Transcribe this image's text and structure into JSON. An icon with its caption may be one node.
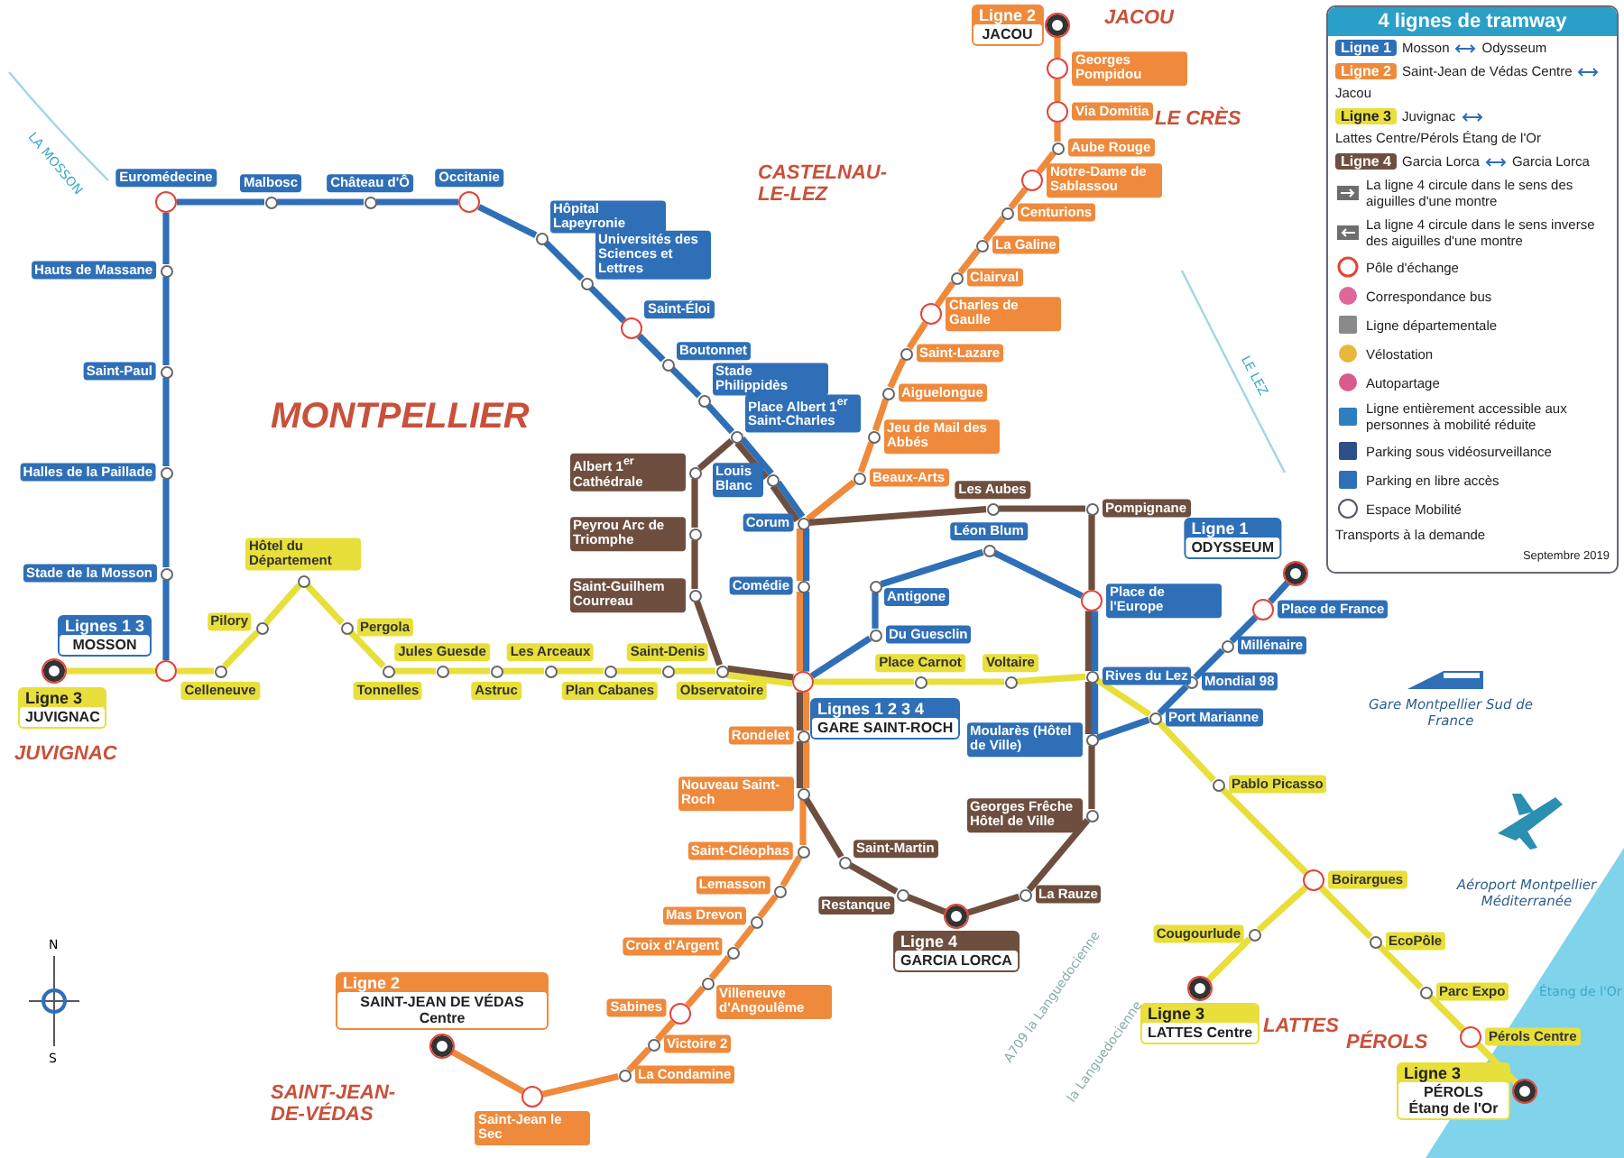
{
  "diagram": {
    "nodes": [
      {
        "text": [],
        "shape": "circle",
        "beside": [
          "Ligne 3",
          "JUVIGNAC"
        ]
      },
      {
        "text": [],
        "shape": "circle",
        "beside": [
          "Lignes 1 3",
          "MOSSON"
        ]
      },
      {
        "text": [],
        "shape": "circle",
        "beside": [
          "Stade de la Mosson"
        ]
      },
      {
        "text": [],
        "shape": "circle",
        "beside": [
          "Halles de la Paillade"
        ]
      },
      {
        "text": [],
        "shape": "circle",
        "beside": [
          "Saint-Paul"
        ]
      },
      {
        "text": [],
        "shape": "circle",
        "beside": [
          "Hauts de Massane"
        ]
      },
      {
        "text": [],
        "shape": "circle",
        "beside": [
          "Euromédecine"
        ]
      },
      {
        "text": [],
        "shape": "circle",
        "beside": [
          "Malbosc"
        ]
      },
      {
        "text": [],
        "shape": "circle",
        "beside": [
          "Château d'Ô"
        ]
      },
      {
        "text": [],
        "shape": "circle",
        "beside": [
          "Occitanie"
        ]
      },
      {
        "text": [],
        "shape": "circle",
        "beside": [
          "Hôpital Lapeyronie"
        ]
      },
      {
        "text": [],
        "shape": "circle",
        "beside": [
          "Universités des Sciences et Lettres"
        ]
      },
      {
        "text": [],
        "shape": "circle",
        "beside": [
          "Saint-Éloi"
        ]
      },
      {
        "text": [],
        "shape": "circle",
        "beside": [
          "Boutonnet"
        ]
      },
      {
        "text": [],
        "shape": "circle",
        "beside": [
          "Stade Philippidès"
        ]
      },
      {
        "text": [],
        "shape": "circle",
        "beside": [
          "Place Albert 1$^{er}$ Saint-Charles"
        ]
      },
      {
        "text": [],
        "shape": "circle",
        "beside": [
          "Louis Blanc"
        ]
      },
      {
        "text": [],
        "shape": "circle",
        "beside": [
          "Corum"
        ]
      },
      {
        "text": [],
        "shape": "circle",
        "beside": [
          "Comédie"
        ]
      },
      {
        "text": [],
        "shape": "circle",
        "beside": [
          "Lignes 1 2 3 4",
          "GARE SAINT-ROCH"
        ]
      },
      {
        "text": [],
        "shape": "circle",
        "beside": [
          "Du Guesclin"
        ]
      },
      {
        "text": [],
        "shape": "circle",
        "beside": [
          "Antigone"
        ]
      },
      {
        "text": [],
        "shape": "circle",
        "beside": [
          "Léon Blum"
        ]
      },
      {
        "text": [],
        "shape": "circle",
        "beside": [
          "Place de l'Europe"
        ]
      },
      {
        "text": [],
        "shape": "circle",
        "beside": [
          "Rives du Lez"
        ]
      },
      {
        "text": [],
        "shape": "circle",
        "beside": [
          "Moularès (Hôtel de Ville)"
        ]
      },
      {
        "text": [],
        "shape": "circle",
        "beside": [
          "Port Marianne"
        ]
      },
      {
        "text": [],
        "shape": "circle",
        "beside": [
          "Mondial 98"
        ]
      },
      {
        "text": [],
        "shape": "circle",
        "beside": [
          "Millénaire"
        ]
      },
      {
        "text": [],
        "shape": "circle",
        "beside": [
          "Place de France"
        ]
      },
      {
        "text": [],
        "shape": "circle",
        "beside": [
          "Ligne 1",
          "ODYSSEUM"
        ]
      },
      {
        "text": [],
        "shape": "circle",
        "beside": [
          "Ligne 2",
          "JACOU"
        ]
      },
      {
        "text": [],
        "shape": "circle",
        "beside": [
          "Georges Pompidou"
        ]
      },
      {
        "text": [],
        "shape": "circle",
        "beside": [
          "Via Domitia"
        ]
      },
      {
        "text": [],
        "shape": "circle",
        "beside": [
          "Aube Rouge"
        ]
      },
      {
        "text": [],
        "shape": "circle",
        "beside": [
          "Notre-Dame de Sablassou"
        ]
      },
      {
        "text": [],
        "shape": "circle",
        "beside": [
          "Centurions"
        ]
      },
      {
        "text": [],
        "shape": "circle",
        "beside": [
          "La Galine"
        ]
      },
      {
        "text": [],
        "shape": "circle",
        "beside": [
          "Clairval"
        ]
      },
      {
        "text": [],
        "shape": "circle",
        "beside": [
          "Charles de Gaulle"
        ]
      },
      {
        "text": [],
        "shape": "circle",
        "beside": [
          "Saint-Lazare"
        ]
      },
      {
        "text": [],
        "shape": "circle",
        "beside": [
          "Aiguelongue"
        ]
      },
      {
        "text": [],
        "shape": "circle",
        "beside": [
          "Jeu de Mail des Abbés"
        ]
      },
      {
        "text": [],
        "shape": "circle",
        "beside": [
          "Beaux-Arts"
        ]
      },
      {
        "text": [],
        "shape": "circle",
        "beside": [
          "Rondelet"
        ]
      },
      {
        "text": [],
        "shape": "circle",
        "beside": [
          "Nouveau Saint-Roch"
        ]
      },
      {
        "text": [],
        "shape": "circle",
        "beside": [
          "Saint-Cléophas"
        ]
      },
      {
        "text": [],
        "shape": "circle",
        "beside": [
          "Lemasson"
        ]
      },
      {
        "text": [],
        "shape": "circle",
        "beside": [
          "Mas Drevon"
        ]
      },
      {
        "text": [],
        "shape": "circle",
        "beside": [
          "Croix d'Argent"
        ]
      },
      {
        "text": [],
        "shape": "circle",
        "beside": [
          "Villeneuve d'Angoulême"
        ]
      },
      {
        "text": [],
        "shape": "circle",
        "beside": [
          "Sabines"
        ]
      },
      {
        "text": [],
        "shape": "circle",
        "beside": [
          "Victoire 2"
        ]
      },
      {
        "text": [],
        "shape": "circle",
        "beside": [
          "La Condamine"
        ]
      },
      {
        "text": [],
        "shape": "circle",
        "beside": [
          "Saint-Jean le Sec"
        ]
      },
      {
        "text": [],
        "shape": "circle",
        "beside": [
          "Ligne 2",
          "SAINT-JEAN DE VÉDAS Centre"
        ]
      },
      {
        "text": [],
        "shape": "circle",
        "beside": [
          "Celleneuve"
        ]
      },
      {
        "text": [],
        "shape": "circle",
        "beside": [
          "Pilory"
        ]
      },
      {
        "text": [],
        "shape": "circle",
        "beside": [
          "Hôtel du Département"
        ]
      },
      {
        "text": [],
        "shape": "circle",
        "beside": [
          "Pergola"
        ]
      },
      {
        "text": [],
        "shape": "circle",
        "beside": [
          "Tonnelles"
        ]
      },
      {
        "text": [],
        "shape": "circle",
        "beside": [
          "Jules Guesde"
        ]
      },
      {
        "text": [],
        "shape": "circle",
        "beside": [
          "Astruc"
        ]
      },
      {
        "text": [],
        "shape": "circle",
        "beside": [
          "Les Arceaux"
        ]
      },
      {
        "text": [],
        "shape": "circle",
        "beside": [
          "Plan Cabanes"
        ]
      },
      {
        "text": [],
        "shape": "circle",
        "beside": [
          "Saint-Denis"
        ]
      },
      {
        "text": [],
        "shape": "circle",
        "beside": [
          "Observatoire"
        ]
      },
      {
        "text": [],
        "shape": "circle",
        "beside": [
          "Place Carnot"
        ]
      },
      {
        "text": [],
        "shape": "circle",
        "beside": [
          "Voltaire"
        ]
      },
      {
        "text": [],
        "shape": "circle",
        "beside": [
          "Pablo Picasso"
        ]
      },
      {
        "text": [],
        "shape": "circle",
        "beside": [
          "Boirargues"
        ]
      },
      {
        "text": [],
        "shape": "circle",
        "beside": [
          "Cougourlude"
        ]
      },
      {
        "text": [],
        "shape": "circle",
        "beside": [
          "Ligne 3",
          "LATTES Centre"
        ]
      },
      {
        "text": [],
        "shape": "circle",
        "beside": [
          "EcoPôle"
        ]
      },
      {
        "text": [],
        "shape": "circle",
        "beside": [
          "Parc Expo"
        ]
      },
      {
        "text": [],
        "shape": "circle",
        "beside": [
          "Pérols Centre"
        ]
      },
      {
        "text": [],
        "shape": "circle",
        "beside": [
          "Ligne 3",
          "PÉROLS Étang de l'Or"
        ]
      },
      {
        "text": [],
        "shape": "circle",
        "beside": [
          "Ligne 4",
          "GARCIA LORCA"
        ]
      },
      {
        "text": [],
        "shape": "circle",
        "beside": [
          "Restanque"
        ]
      },
      {
        "text": [],
        "shape": "circle",
        "beside": [
          "Saint-Martin"
        ]
      },
      {
        "text": [],
        "shape": "circle",
        "beside": [
          "La Rauze"
        ]
      },
      {
        "text": [],
        "shape": "circle",
        "beside": [
          "Georges Frêche Hôtel de Ville"
        ]
      },
      {
        "text": [],
        "shape": "circle",
        "beside": [
          "Pompignane"
        ]
      },
      {
        "text": [],
        "shape": "circle",
        "beside": [
          "Les Aubes"
        ]
      },
      {
        "text": [],
        "shape": "circle",
        "beside": [
          "Albert 1$^{er}$ Cathédrale"
        ]
      },
      {
        "text": [],
        "shape": "circle",
        "beside": [
          "Peyrou Arc de Triomphe"
        ]
      },
      {
        "text": [],
        "shape": "circle",
        "beside": [
          "Saint-Guilhem Courreau"
        ]
      }
    ],
    "edges": [
      {
        "from": 1,
        "to": 2,
        "arrow": "none",
        "color": "#2e6fb7"
      },
      {
        "from": 2,
        "to": 3,
        "arrow": "none",
        "color": "#2e6fb7"
      },
      {
        "from": 3,
        "to": 4,
        "arrow": "none",
        "color": "#2e6fb7"
      },
      {
        "from": 4,
        "to": 5,
        "arrow": "none",
        "color": "#2e6fb7"
      },
      {
        "from": 5,
        "to": 6,
        "arrow": "none",
        "color": "#2e6fb7"
      },
      {
        "from": 6,
        "to": 7,
        "arrow": "none",
        "color": "#2e6fb7"
      },
      {
        "from": 7,
        "to": 8,
        "arrow": "none",
        "color": "#2e6fb7"
      },
      {
        "from": 8,
        "to": 9,
        "arrow": "none",
        "color": "#2e6fb7"
      },
      {
        "from": 9,
        "to": 10,
        "arrow": "none",
        "color": "#2e6fb7"
      },
      {
        "from": 10,
        "to": 11,
        "arrow": "none",
        "color": "#2e6fb7"
      },
      {
        "from": 11,
        "to": 12,
        "arrow": "none",
        "color": "#2e6fb7"
      },
      {
        "from": 12,
        "to": 13,
        "arrow": "none",
        "color": "#2e6fb7"
      },
      {
        "from": 13,
        "to": 14,
        "arrow": "none",
        "color": "#2e6fb7"
      },
      {
        "from": 14,
        "to": 15,
        "arrow": "none",
        "color": "#2e6fb7"
      },
      {
        "from": 15,
        "to": 16,
        "arrow": "none",
        "color": "#2e6fb7"
      },
      {
        "from": 16,
        "to": 17,
        "arrow": "none",
        "color": "#2e6fb7"
      },
      {
        "from": 17,
        "to": 18,
        "arrow": "none",
        "color": "#2e6fb7"
      },
      {
        "from": 18,
        "to": 19,
        "arrow": "none",
        "color": "#2e6fb7"
      },
      {
        "from": 19,
        "to": 20,
        "arrow": "none",
        "color": "#2e6fb7"
      },
      {
        "from": 20,
        "to": 21,
        "arrow": "none",
        "color": "#2e6fb7"
      },
      {
        "from": 21,
        "to": 22,
        "arrow": "none",
        "color": "#2e6fb7"
      },
      {
        "from": 22,
        "to": 23,
        "arrow": "none",
        "color": "#2e6fb7"
      },
      {
        "from": 23,
        "to": 24,
        "arrow": "none",
        "color": "#2e6fb7"
      },
      {
        "from": 24,
        "to": 25,
        "arrow": "none",
        "color": "#2e6fb7"
      },
      {
        "from": 25,
        "to": 26,
        "arrow": "none",
        "color": "#2e6fb7"
      },
      {
        "from": 26,
        "to": 27,
        "arrow": "none",
        "color": "#2e6fb7"
      },
      {
        "from": 27,
        "to": 28,
        "arrow": "none",
        "color": "#2e6fb7"
      },
      {
        "from": 28,
        "to": 29,
        "arrow": "none",
        "color": "#2e6fb7"
      },
      {
        "from": 29,
        "to": 30,
        "arrow": "none",
        "color": "#2e6fb7"
      },
      {
        "from": 31,
        "to": 32,
        "arrow": "none",
        "color": "#ef8a3c"
      },
      {
        "from": 32,
        "to": 33,
        "arrow": "none",
        "color": "#ef8a3c"
      },
      {
        "from": 33,
        "to": 34,
        "arrow": "none",
        "color": "#ef8a3c"
      },
      {
        "from": 34,
        "to": 35,
        "arrow": "none",
        "color": "#ef8a3c"
      },
      {
        "from": 35,
        "to": 36,
        "arrow": "none",
        "color": "#ef8a3c"
      },
      {
        "from": 36,
        "to": 37,
        "arrow": "none",
        "color": "#ef8a3c"
      },
      {
        "from": 37,
        "to": 38,
        "arrow": "none",
        "color": "#ef8a3c"
      },
      {
        "from": 38,
        "to": 39,
        "arrow": "none",
        "color": "#ef8a3c"
      },
      {
        "from": 39,
        "to": 40,
        "arrow": "none",
        "color": "#ef8a3c"
      },
      {
        "from": 40,
        "to": 41,
        "arrow": "none",
        "color": "#ef8a3c"
      },
      {
        "from": 41,
        "to": 42,
        "arrow": "none",
        "color": "#ef8a3c"
      },
      {
        "from": 42,
        "to": 43,
        "arrow": "none",
        "color": "#ef8a3c"
      },
      {
        "from": 43,
        "to": 17,
        "arrow": "none",
        "color": "#ef8a3c"
      },
      {
        "from": 17,
        "to": 18,
        "arrow": "none",
        "color": "#ef8a3c"
      },
      {
        "from": 18,
        "to": 19,
        "arrow": "none",
        "color": "#ef8a3c"
      },
      {
        "from": 19,
        "to": 44,
        "arrow": "none",
        "color": "#ef8a3c"
      },
      {
        "from": 44,
        "to": 45,
        "arrow": "none",
        "color": "#ef8a3c"
      },
      {
        "from": 45,
        "to": 46,
        "arrow": "none",
        "color": "#ef8a3c"
      },
      {
        "from": 46,
        "to": 47,
        "arrow": "none",
        "color": "#ef8a3c"
      },
      {
        "from": 47,
        "to": 48,
        "arrow": "none",
        "color": "#ef8a3c"
      },
      {
        "from": 48,
        "to": 49,
        "arrow": "none",
        "color": "#ef8a3c"
      },
      {
        "from": 49,
        "to": 50,
        "arrow": "none",
        "color": "#ef8a3c"
      },
      {
        "from": 50,
        "to": 51,
        "arrow": "none",
        "color": "#ef8a3c"
      },
      {
        "from": 51,
        "to": 52,
        "arrow": "none",
        "color": "#ef8a3c"
      },
      {
        "from": 52,
        "to": 53,
        "arrow": "none",
        "color": "#ef8a3c"
      },
      {
        "from": 53,
        "to": 54,
        "arrow": "none",
        "color": "#ef8a3c"
      },
      {
        "from": 54,
        "to": 55,
        "arrow": "none",
        "color": "#ef8a3c"
      },
      {
        "from": 0,
        "to": 1,
        "arrow": "none",
        "color": "#e8df3a"
      },
      {
        "from": 1,
        "to": 56,
        "arrow": "none",
        "color": "#e8df3a"
      },
      {
        "from": 56,
        "to": 57,
        "arrow": "none",
        "color": "#e8df3a"
      },
      {
        "from": 57,
        "to": 58,
        "arrow": "none",
        "color": "#e8df3a"
      },
      {
        "from": 58,
        "to": 59,
        "arrow": "none",
        "color": "#e8df3a"
      },
      {
        "from": 59,
        "to": 60,
        "arrow": "none",
        "color": "#e8df3a"
      },
      {
        "from": 60,
        "to": 61,
        "arrow": "none",
        "color": "#e8df3a"
      },
      {
        "from": 61,
        "to": 62,
        "arrow": "none",
        "color": "#e8df3a"
      },
      {
        "from": 62,
        "to": 63,
        "arrow": "none",
        "color": "#e8df3a"
      },
      {
        "from": 63,
        "to": 64,
        "arrow": "none",
        "color": "#e8df3a"
      },
      {
        "from": 64,
        "to": 65,
        "arrow": "none",
        "color": "#e8df3a"
      },
      {
        "from": 65,
        "to": 66,
        "arrow": "none",
        "color": "#e8df3a"
      },
      {
        "from": 66,
        "to": 19,
        "arrow": "none",
        "color": "#e8df3a"
      },
      {
        "from": 19,
        "to": 67,
        "arrow": "none",
        "color": "#e8df3a"
      },
      {
        "from": 67,
        "to": 68,
        "arrow": "none",
        "color": "#e8df3a"
      },
      {
        "from": 68,
        "to": 24,
        "arrow": "none",
        "color": "#e8df3a"
      },
      {
        "from": 24,
        "to": 26,
        "arrow": "none",
        "color": "#e8df3a"
      },
      {
        "from": 26,
        "to": 69,
        "arrow": "none",
        "color": "#e8df3a"
      },
      {
        "from": 69,
        "to": 70,
        "arrow": "none",
        "color": "#e8df3a"
      },
      {
        "from": 70,
        "to": 71,
        "arrow": "none",
        "color": "#e8df3a"
      },
      {
        "from": 71,
        "to": 72,
        "arrow": "none",
        "color": "#e8df3a"
      },
      {
        "from": 70,
        "to": 73,
        "arrow": "none",
        "color": "#e8df3a"
      },
      {
        "from": 73,
        "to": 74,
        "arrow": "none",
        "color": "#e8df3a"
      },
      {
        "from": 74,
        "to": 75,
        "arrow": "none",
        "color": "#e8df3a"
      },
      {
        "from": 75,
        "to": 76,
        "arrow": "none",
        "color": "#e8df3a"
      },
      {
        "from": 15,
        "to": 84,
        "arrow": "none",
        "color": "#6e4f3f"
      },
      {
        "from": 84,
        "to": 85,
        "arrow": "none",
        "color": "#6e4f3f"
      },
      {
        "from": 85,
        "to": 86,
        "arrow": "none",
        "color": "#6e4f3f"
      },
      {
        "from": 86,
        "to": 66,
        "arrow": "none",
        "color": "#6e4f3f"
      },
      {
        "from": 66,
        "to": 19,
        "arrow": "none",
        "color": "#6e4f3f"
      },
      {
        "from": 19,
        "to": 44,
        "arrow": "none",
        "color": "#6e4f3f"
      },
      {
        "from": 44,
        "to": 45,
        "arrow": "none",
        "color": "#6e4f3f"
      },
      {
        "from": 45,
        "to": 79,
        "arrow": "none",
        "color": "#6e4f3f"
      },
      {
        "from": 79,
        "to": 78,
        "arrow": "none",
        "color": "#6e4f3f"
      },
      {
        "from": 78,
        "to": 77,
        "arrow": "none",
        "color": "#6e4f3f"
      },
      {
        "from": 77,
        "to": 80,
        "arrow": "none",
        "color": "#6e4f3f"
      },
      {
        "from": 80,
        "to": 81,
        "arrow": "none",
        "color": "#6e4f3f"
      },
      {
        "from": 81,
        "to": 25,
        "arrow": "none",
        "color": "#6e4f3f"
      },
      {
        "from": 25,
        "to": 24,
        "arrow": "none",
        "color": "#6e4f3f"
      },
      {
        "from": 24,
        "to": 23,
        "arrow": "none",
        "color": "#6e4f3f"
      },
      {
        "from": 23,
        "to": 82,
        "arrow": "none",
        "color": "#6e4f3f"
      },
      {
        "from": 82,
        "to": 83,
        "arrow": "none",
        "color": "#6e4f3f"
      },
      {
        "from": 83,
        "to": 17,
        "arrow": "none",
        "color": "#6e4f3f"
      },
      {
        "from": 17,
        "to": 16,
        "arrow": "none",
        "color": "#6e4f3f"
      },
      {
        "from": 16,
        "to": 15,
        "arrow": "none",
        "color": "#6e4f3f"
      }
    ],
    "labels": [
      "4 lignes de tramway",
      "Mosson",
      "Odysseum",
      "Saint-Jean de Védas Centre",
      "Jacou",
      "Juvignac",
      "Lattes Centre/Pérols Étang de l'Or",
      "Garcia Lorca",
      "Garcia Lorca",
      "Transports à la demande",
      "Septembre 2019",
      "MONTPELLIER",
      "JUVIGNAC",
      "SAINT-JEAN-DE-VÉDAS",
      "LATTES",
      "PÉROLS",
      "CASTELNAU-LE-LEZ",
      "LE CRÈS",
      "JACOU",
      "LA MOSSON",
      "LE LEZ",
      "A709 la Languedocienne",
      "la Languedocienne",
      "Gare Montpellier Sud de France",
      "Aéroport Montpellier Méditerranée",
      "Étang de l'Or",
      "N",
      "S"
    ],
    "legend": [
      {
        "text": "Ligne 1",
        "color": "#2e6fb7"
      },
      {
        "text": "Ligne 2",
        "color": "#ef8a3c"
      },
      {
        "text": "Ligne 3",
        "color": "#e8df3a"
      },
      {
        "text": "Ligne 4",
        "color": "#6e4f3f"
      },
      {
        "text": "La ligne 4 circule dans le sens des aiguilles d'une montre"
      },
      {
        "text": "La ligne 4 circule dans le sens inverse des aiguilles d'une montre"
      },
      {
        "text": "Pôle d'échange"
      },
      {
        "text": "Correspondance bus"
      },
      {
        "text": "Ligne départementale"
      },
      {
        "text": "Vélostation"
      },
      {
        "text": "Autopartage"
      },
      {
        "text": "Ligne entièrement accessible aux personnes à mobilité réduite"
      },
      {
        "text": "Parking sous vidéosurveillance"
      },
      {
        "text": "Parking en libre accès"
      },
      {
        "text": "Espace Mobilité"
      }
    ]
  }
}
